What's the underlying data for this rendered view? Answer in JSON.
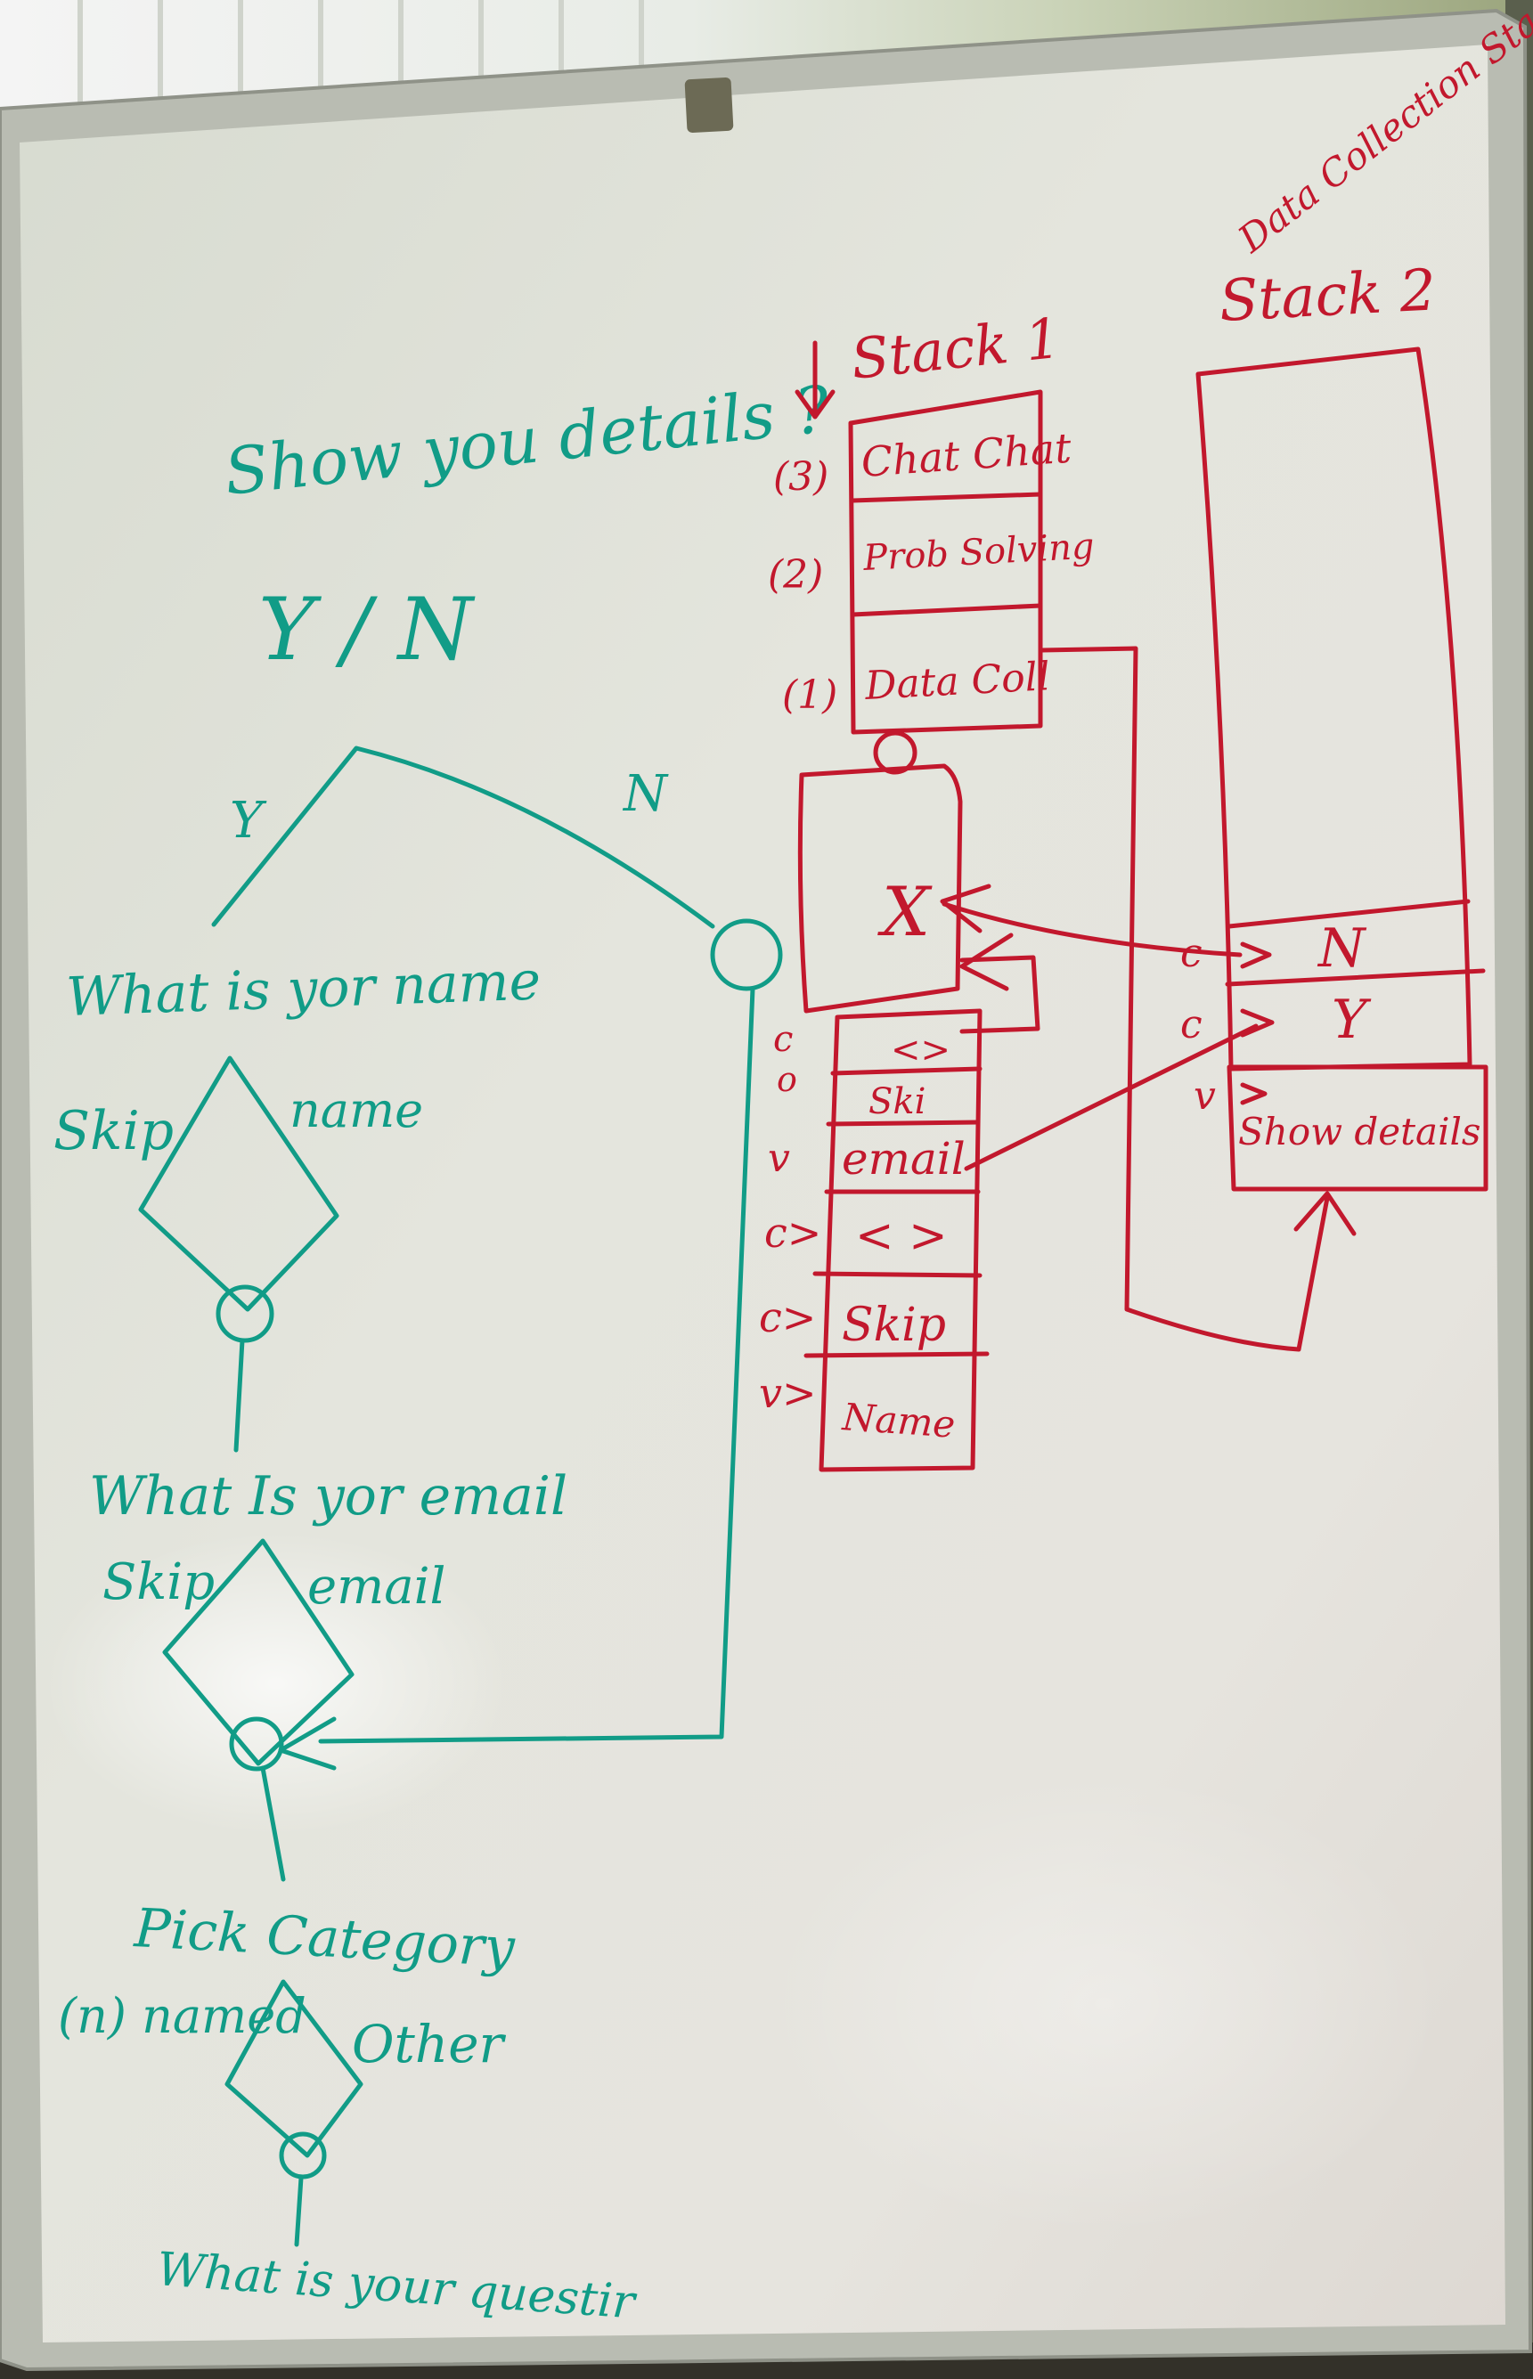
{
  "colors": {
    "green_marker": "#119c87",
    "red_marker": "#c2182d",
    "board": "#e4e3dc"
  },
  "green_flow": {
    "question_1": "Show you details ?",
    "question_1_options": "Y / N",
    "branch_y": "Y",
    "branch_n": "N",
    "question_2": "What is yor name",
    "q2_left": "Skip",
    "q2_right": "name",
    "question_3": "What Is yor email",
    "q3_left": "Skip",
    "q3_right": "email",
    "question_4": "Pick Category",
    "q4_left": "(n) named",
    "q4_right": "Other",
    "question_5": "What is your questir"
  },
  "stack_1": {
    "title": "Stack 1",
    "levels": [
      {
        "num": "(3)",
        "label": "Chat Chat"
      },
      {
        "num": "(2)",
        "label": "Prob Solving"
      },
      {
        "num": "(1)",
        "label": "Data Coll"
      }
    ],
    "mark": "X",
    "sub_cells": [
      {
        "tag": "c",
        "label": "<>"
      },
      {
        "tag": "o",
        "label": "Ski"
      },
      {
        "tag": "v",
        "label": "email"
      },
      {
        "tag": "c>",
        "label": "< >"
      },
      {
        "tag": "c>",
        "label": "Skip"
      },
      {
        "tag": "v>",
        "label": "Name"
      }
    ]
  },
  "stack_2": {
    "heading": "Data Collection Stack",
    "title": "Stack 2",
    "cells": [
      {
        "tag": "c",
        "label": "N"
      },
      {
        "tag": "c",
        "label": "Y"
      },
      {
        "tag": "v",
        "label": "Show details"
      }
    ]
  }
}
